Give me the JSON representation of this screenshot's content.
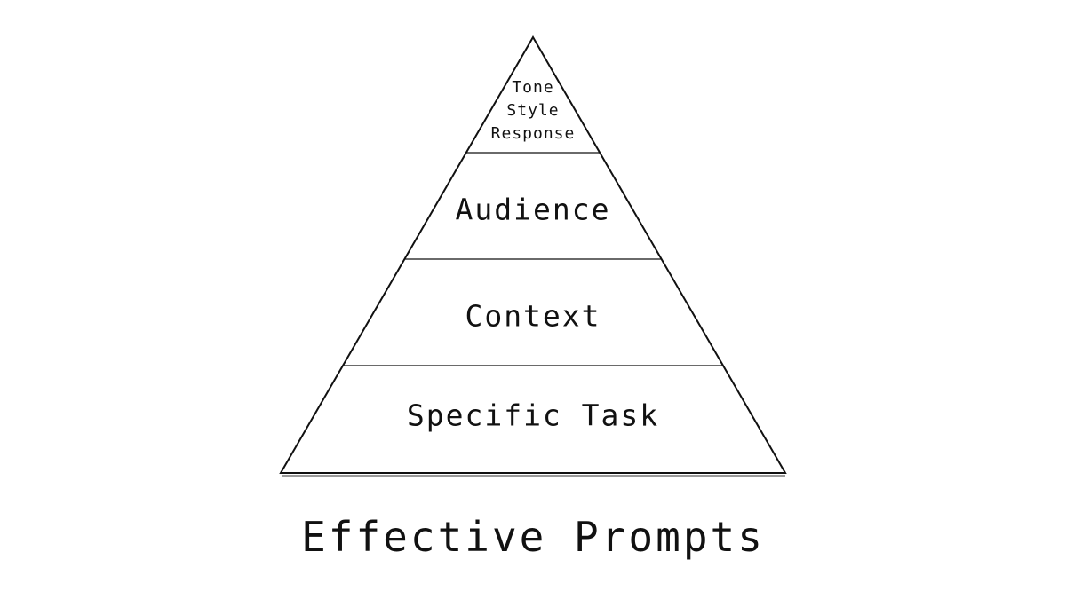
{
  "diagram": {
    "tiers": {
      "apex": [
        "Tone",
        "Style",
        "Response"
      ],
      "second": "Audience",
      "third": "Context",
      "base": "Specific Task"
    },
    "caption": "Effective Prompts",
    "colors": {
      "stroke": "#111111",
      "fill": "#ffffff",
      "shadow": "#9a9a9a"
    }
  }
}
